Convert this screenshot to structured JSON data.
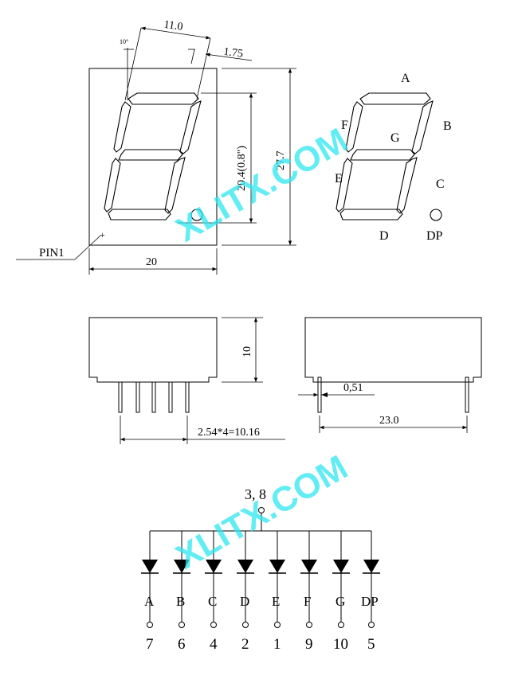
{
  "colors": {
    "line": "#000000",
    "watermark": "#2ee6f0",
    "background": "#ffffff"
  },
  "front": {
    "dim_top": "11.0",
    "dim_angle": "10°",
    "dim_offset": "1.75",
    "dim_height": "20.4(0.8\")",
    "dim_total": "27.7",
    "dim_width": "20",
    "pin1": "PIN1",
    "plus": "+"
  },
  "segments": {
    "a": "A",
    "b": "B",
    "c": "C",
    "d": "D",
    "e": "E",
    "f": "F",
    "g": "G",
    "dp": "DP"
  },
  "side": {
    "dim_height": "10",
    "dim_pitch": "2.54*4=10.16",
    "dim_pin": "0,51",
    "dim_length": "23.0"
  },
  "circuit": {
    "common_pins": "3, 8",
    "diodes": [
      {
        "label": "A",
        "pin": "7"
      },
      {
        "label": "B",
        "pin": "6"
      },
      {
        "label": "C",
        "pin": "4"
      },
      {
        "label": "D",
        "pin": "2"
      },
      {
        "label": "E",
        "pin": "1"
      },
      {
        "label": "F",
        "pin": "9"
      },
      {
        "label": "G",
        "pin": "10"
      },
      {
        "label": "DP",
        "pin": "5"
      }
    ]
  },
  "watermark": {
    "text": "XLITX.COM"
  }
}
